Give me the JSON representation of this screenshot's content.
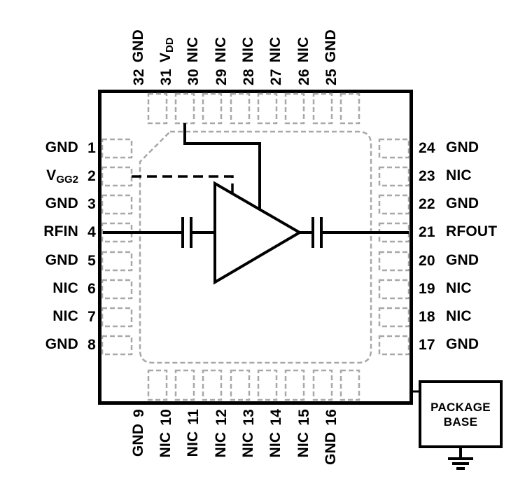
{
  "pins": {
    "left": [
      {
        "num": "1",
        "name_main": "GND",
        "name_sub": ""
      },
      {
        "num": "2",
        "name_main": "V",
        "name_sub": "GG2"
      },
      {
        "num": "3",
        "name_main": "GND",
        "name_sub": ""
      },
      {
        "num": "4",
        "name_main": "RFIN",
        "name_sub": ""
      },
      {
        "num": "5",
        "name_main": "GND",
        "name_sub": ""
      },
      {
        "num": "6",
        "name_main": "NIC",
        "name_sub": ""
      },
      {
        "num": "7",
        "name_main": "NIC",
        "name_sub": ""
      },
      {
        "num": "8",
        "name_main": "GND",
        "name_sub": ""
      }
    ],
    "right": [
      {
        "num": "24",
        "name_main": "GND",
        "name_sub": ""
      },
      {
        "num": "23",
        "name_main": "NIC",
        "name_sub": ""
      },
      {
        "num": "22",
        "name_main": "GND",
        "name_sub": ""
      },
      {
        "num": "21",
        "name_main": "RFOUT",
        "name_sub": ""
      },
      {
        "num": "20",
        "name_main": "GND",
        "name_sub": ""
      },
      {
        "num": "19",
        "name_main": "NIC",
        "name_sub": ""
      },
      {
        "num": "18",
        "name_main": "NIC",
        "name_sub": ""
      },
      {
        "num": "17",
        "name_main": "GND",
        "name_sub": ""
      }
    ],
    "top": [
      {
        "num": "32",
        "name_main": "GND",
        "name_sub": ""
      },
      {
        "num": "31",
        "name_main": "V",
        "name_sub": "DD"
      },
      {
        "num": "30",
        "name_main": "NIC",
        "name_sub": ""
      },
      {
        "num": "29",
        "name_main": "NIC",
        "name_sub": ""
      },
      {
        "num": "28",
        "name_main": "NIC",
        "name_sub": ""
      },
      {
        "num": "27",
        "name_main": "NIC",
        "name_sub": ""
      },
      {
        "num": "26",
        "name_main": "NIC",
        "name_sub": ""
      },
      {
        "num": "25",
        "name_main": "GND",
        "name_sub": ""
      }
    ],
    "bottom": [
      {
        "num": "9",
        "name_main": "GND",
        "name_sub": ""
      },
      {
        "num": "10",
        "name_main": "NIC",
        "name_sub": ""
      },
      {
        "num": "11",
        "name_main": "NIC",
        "name_sub": ""
      },
      {
        "num": "12",
        "name_main": "NIC",
        "name_sub": ""
      },
      {
        "num": "13",
        "name_main": "NIC",
        "name_sub": ""
      },
      {
        "num": "14",
        "name_main": "NIC",
        "name_sub": ""
      },
      {
        "num": "15",
        "name_main": "NIC",
        "name_sub": ""
      },
      {
        "num": "16",
        "name_main": "GND",
        "name_sub": ""
      }
    ]
  },
  "package_base": {
    "line1": "PACKAGE",
    "line2": "BASE"
  },
  "colors": {
    "line": "#000000",
    "pad_dash": "#a8a8a8",
    "background": "#ffffff"
  }
}
